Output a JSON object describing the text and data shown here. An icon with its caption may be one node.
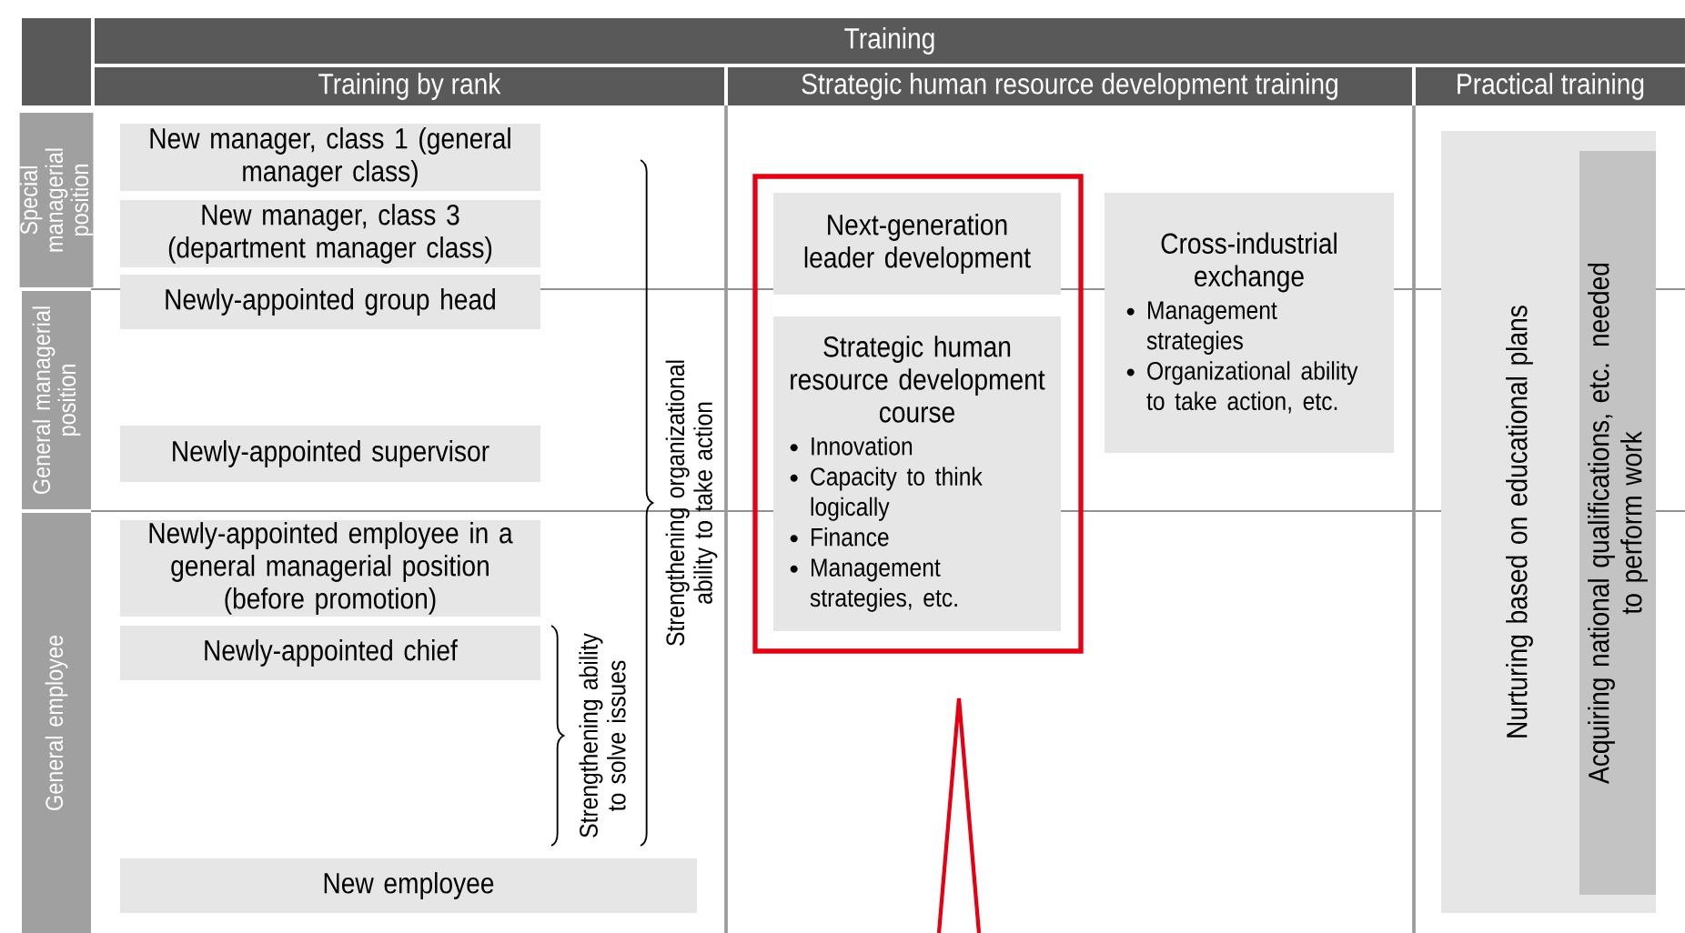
{
  "diagram": {
    "nodes": [
      {
        "text": [
          "Training"
        ]
      },
      {
        "text": [
          "Training by rank"
        ]
      },
      {
        "text": [
          "Strategic human resource development training"
        ]
      },
      {
        "text": [
          "Practical training"
        ]
      },
      {
        "text": [
          "Special managerial position"
        ]
      },
      {
        "text": [
          "General managerial position"
        ]
      },
      {
        "text": [
          "General employee"
        ]
      },
      {
        "text": [
          "New manager, class 1 (general manager class)"
        ]
      },
      {
        "text": [
          "New manager, class 3 (department manager class)"
        ]
      },
      {
        "text": [
          "Newly-appointed group head"
        ]
      },
      {
        "text": [
          "Newly-appointed supervisor"
        ]
      },
      {
        "text": [
          "Newly-appointed employee in a general managerial position (before promotion)"
        ]
      },
      {
        "text": [
          "Newly-appointed chief"
        ]
      },
      {
        "text": [
          "New employee"
        ]
      },
      {
        "text": [],
        "shape": "box"
      },
      {
        "text": [
          "Next-generation leader development"
        ],
        "in": 14
      },
      {
        "text": [
          "Strategic human resource development course",
          "Innovation",
          "Capacity to think logically",
          "Finance",
          "Management strategies, etc."
        ],
        "in": 14
      },
      {
        "text": [
          "Cross-industrial exchange",
          "Management strategies",
          "Organizational ability to take action, etc."
        ]
      },
      {
        "text": [
          "Nurturing based on educational plans"
        ]
      },
      {
        "text": [
          "Acquiring national qualifications, etc. needed to perform work"
        ],
        "in": 18
      }
    ],
    "labels": [
      "Strengthening organizational ability to take action",
      "Strengthening ability to solve issues"
    ]
  }
}
